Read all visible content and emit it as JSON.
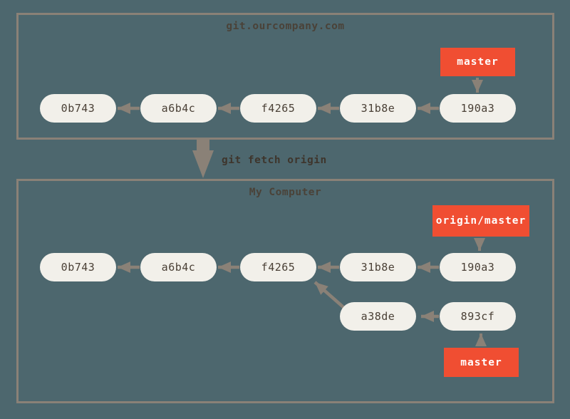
{
  "diagram": {
    "remote": {
      "title": "git.ourcompany.com",
      "commits": [
        "0b743",
        "a6b4c",
        "f4265",
        "31b8e",
        "190a3"
      ],
      "branch": {
        "label": "master",
        "points_to": "190a3"
      }
    },
    "command": {
      "label": "git fetch origin"
    },
    "local": {
      "title": "My Computer",
      "main_commits": [
        "0b743",
        "a6b4c",
        "f4265",
        "31b8e",
        "190a3"
      ],
      "feature_commits": [
        "a38de",
        "893cf"
      ],
      "remote_branch": {
        "label": "origin/master",
        "points_to": "190a3"
      },
      "branch": {
        "label": "master",
        "points_to": "893cf"
      }
    },
    "colors": {
      "background": "#4d676e",
      "box_border": "#8a8177",
      "arrow": "#8a8177",
      "commit_fill": "#f2f0ea",
      "commit_text": "#4a4036",
      "branch_fill": "#f04e32",
      "branch_text": "#ffffff",
      "title_text": "#4a4238",
      "command_text": "#3e352c"
    }
  }
}
